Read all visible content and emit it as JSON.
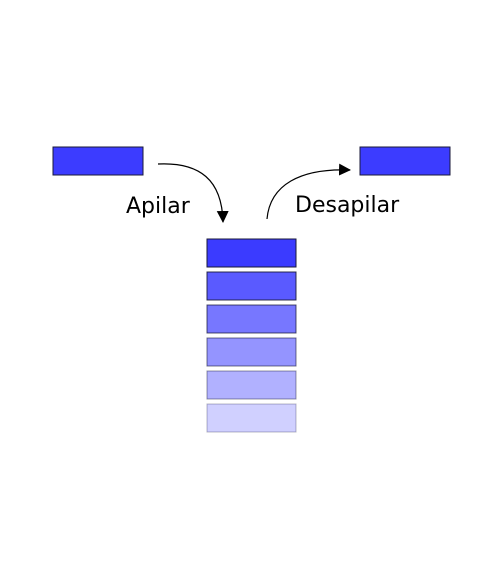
{
  "labels": {
    "push": "Apilar",
    "pop": "Desapilar"
  },
  "colors": {
    "block": "#3c3cff",
    "stack": [
      "#3b3bff",
      "#5a5aff",
      "#7777ff",
      "#9494ff",
      "#b1b1ff",
      "#d0d0ff"
    ],
    "stroke": "#1a1a3a",
    "arrow": "#000000"
  },
  "stack": {
    "count": 6
  }
}
